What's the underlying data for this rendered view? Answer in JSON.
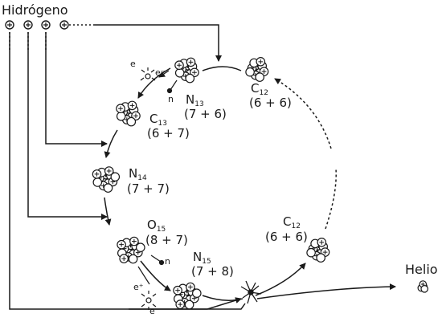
{
  "labels": {
    "hydrogen": "Hidrógeno",
    "helium": "Helio",
    "c12_top": {
      "sym": "C",
      "num": "12",
      "comp": "(6 + 6)"
    },
    "n13": {
      "sym": "N",
      "num": "13",
      "comp": "(7 + 6)"
    },
    "c13": {
      "sym": "C",
      "num": "13",
      "comp": "(6 + 7)"
    },
    "n14": {
      "sym": "N",
      "num": "14",
      "comp": "(7 + 7)"
    },
    "o15": {
      "sym": "O",
      "num": "15",
      "comp": "(8 + 7)"
    },
    "n15": {
      "sym": "N",
      "num": "15",
      "comp": "(7 + 8)"
    },
    "c12_right": {
      "sym": "C",
      "num": "12",
      "comp": "(6 + 6)"
    },
    "neutron": "n",
    "electron": "e",
    "electron_minus": "e⁻",
    "positron": "e⁺"
  }
}
